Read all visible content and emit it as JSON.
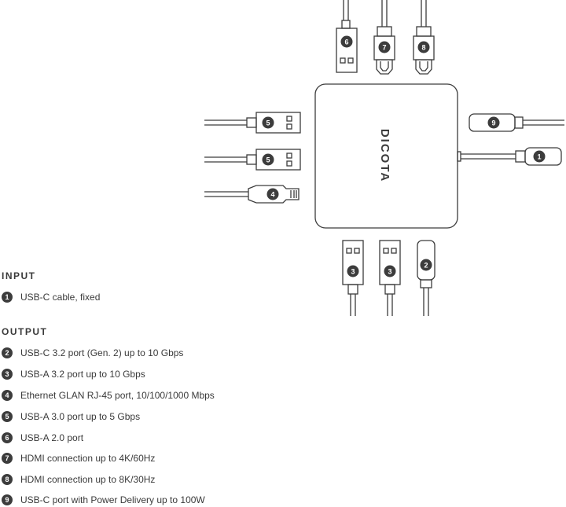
{
  "brand": "DICOTA",
  "colors": {
    "stroke": "#3c3c3c",
    "badge": "#3c3c3c",
    "badge_text": "#ffffff",
    "text": "#3a3a3a"
  },
  "legend": {
    "input_title": "INPUT",
    "input_items": [
      {
        "num": "1",
        "text": "USB-C cable, fixed"
      }
    ],
    "output_title": "OUTPUT",
    "output_items": [
      {
        "num": "2",
        "text": "USB-C 3.2 port (Gen. 2) up to 10 Gbps"
      },
      {
        "num": "3",
        "text": "USB-A 3.2 port up to 10 Gbps"
      },
      {
        "num": "4",
        "text": "Ethernet GLAN RJ-45 port, 10/100/1000 Mbps"
      },
      {
        "num": "5",
        "text": "USB-A 3.0 port  up to 5 Gbps"
      },
      {
        "num": "6",
        "text": "USB-A 2.0 port"
      },
      {
        "num": "7",
        "text": "HDMI connection up to 4K/60Hz"
      },
      {
        "num": "8",
        "text": "HDMI connection up to 8K/30Hz"
      },
      {
        "num": "9",
        "text": "USB-C port with Power Delivery up to 100W"
      }
    ]
  },
  "connectors": [
    {
      "num": "6",
      "kind": "usb-a",
      "side": "top"
    },
    {
      "num": "7",
      "kind": "hdmi",
      "side": "top"
    },
    {
      "num": "8",
      "kind": "hdmi",
      "side": "top"
    },
    {
      "num": "5",
      "kind": "usb-a",
      "side": "left"
    },
    {
      "num": "5",
      "kind": "usb-a",
      "side": "left"
    },
    {
      "num": "4",
      "kind": "rj45",
      "side": "left"
    },
    {
      "num": "9",
      "kind": "usb-c",
      "side": "right"
    },
    {
      "num": "1",
      "kind": "usb-c-cable",
      "side": "right"
    },
    {
      "num": "3",
      "kind": "usb-a",
      "side": "bottom"
    },
    {
      "num": "3",
      "kind": "usb-a",
      "side": "bottom"
    },
    {
      "num": "2",
      "kind": "usb-c",
      "side": "bottom"
    }
  ]
}
